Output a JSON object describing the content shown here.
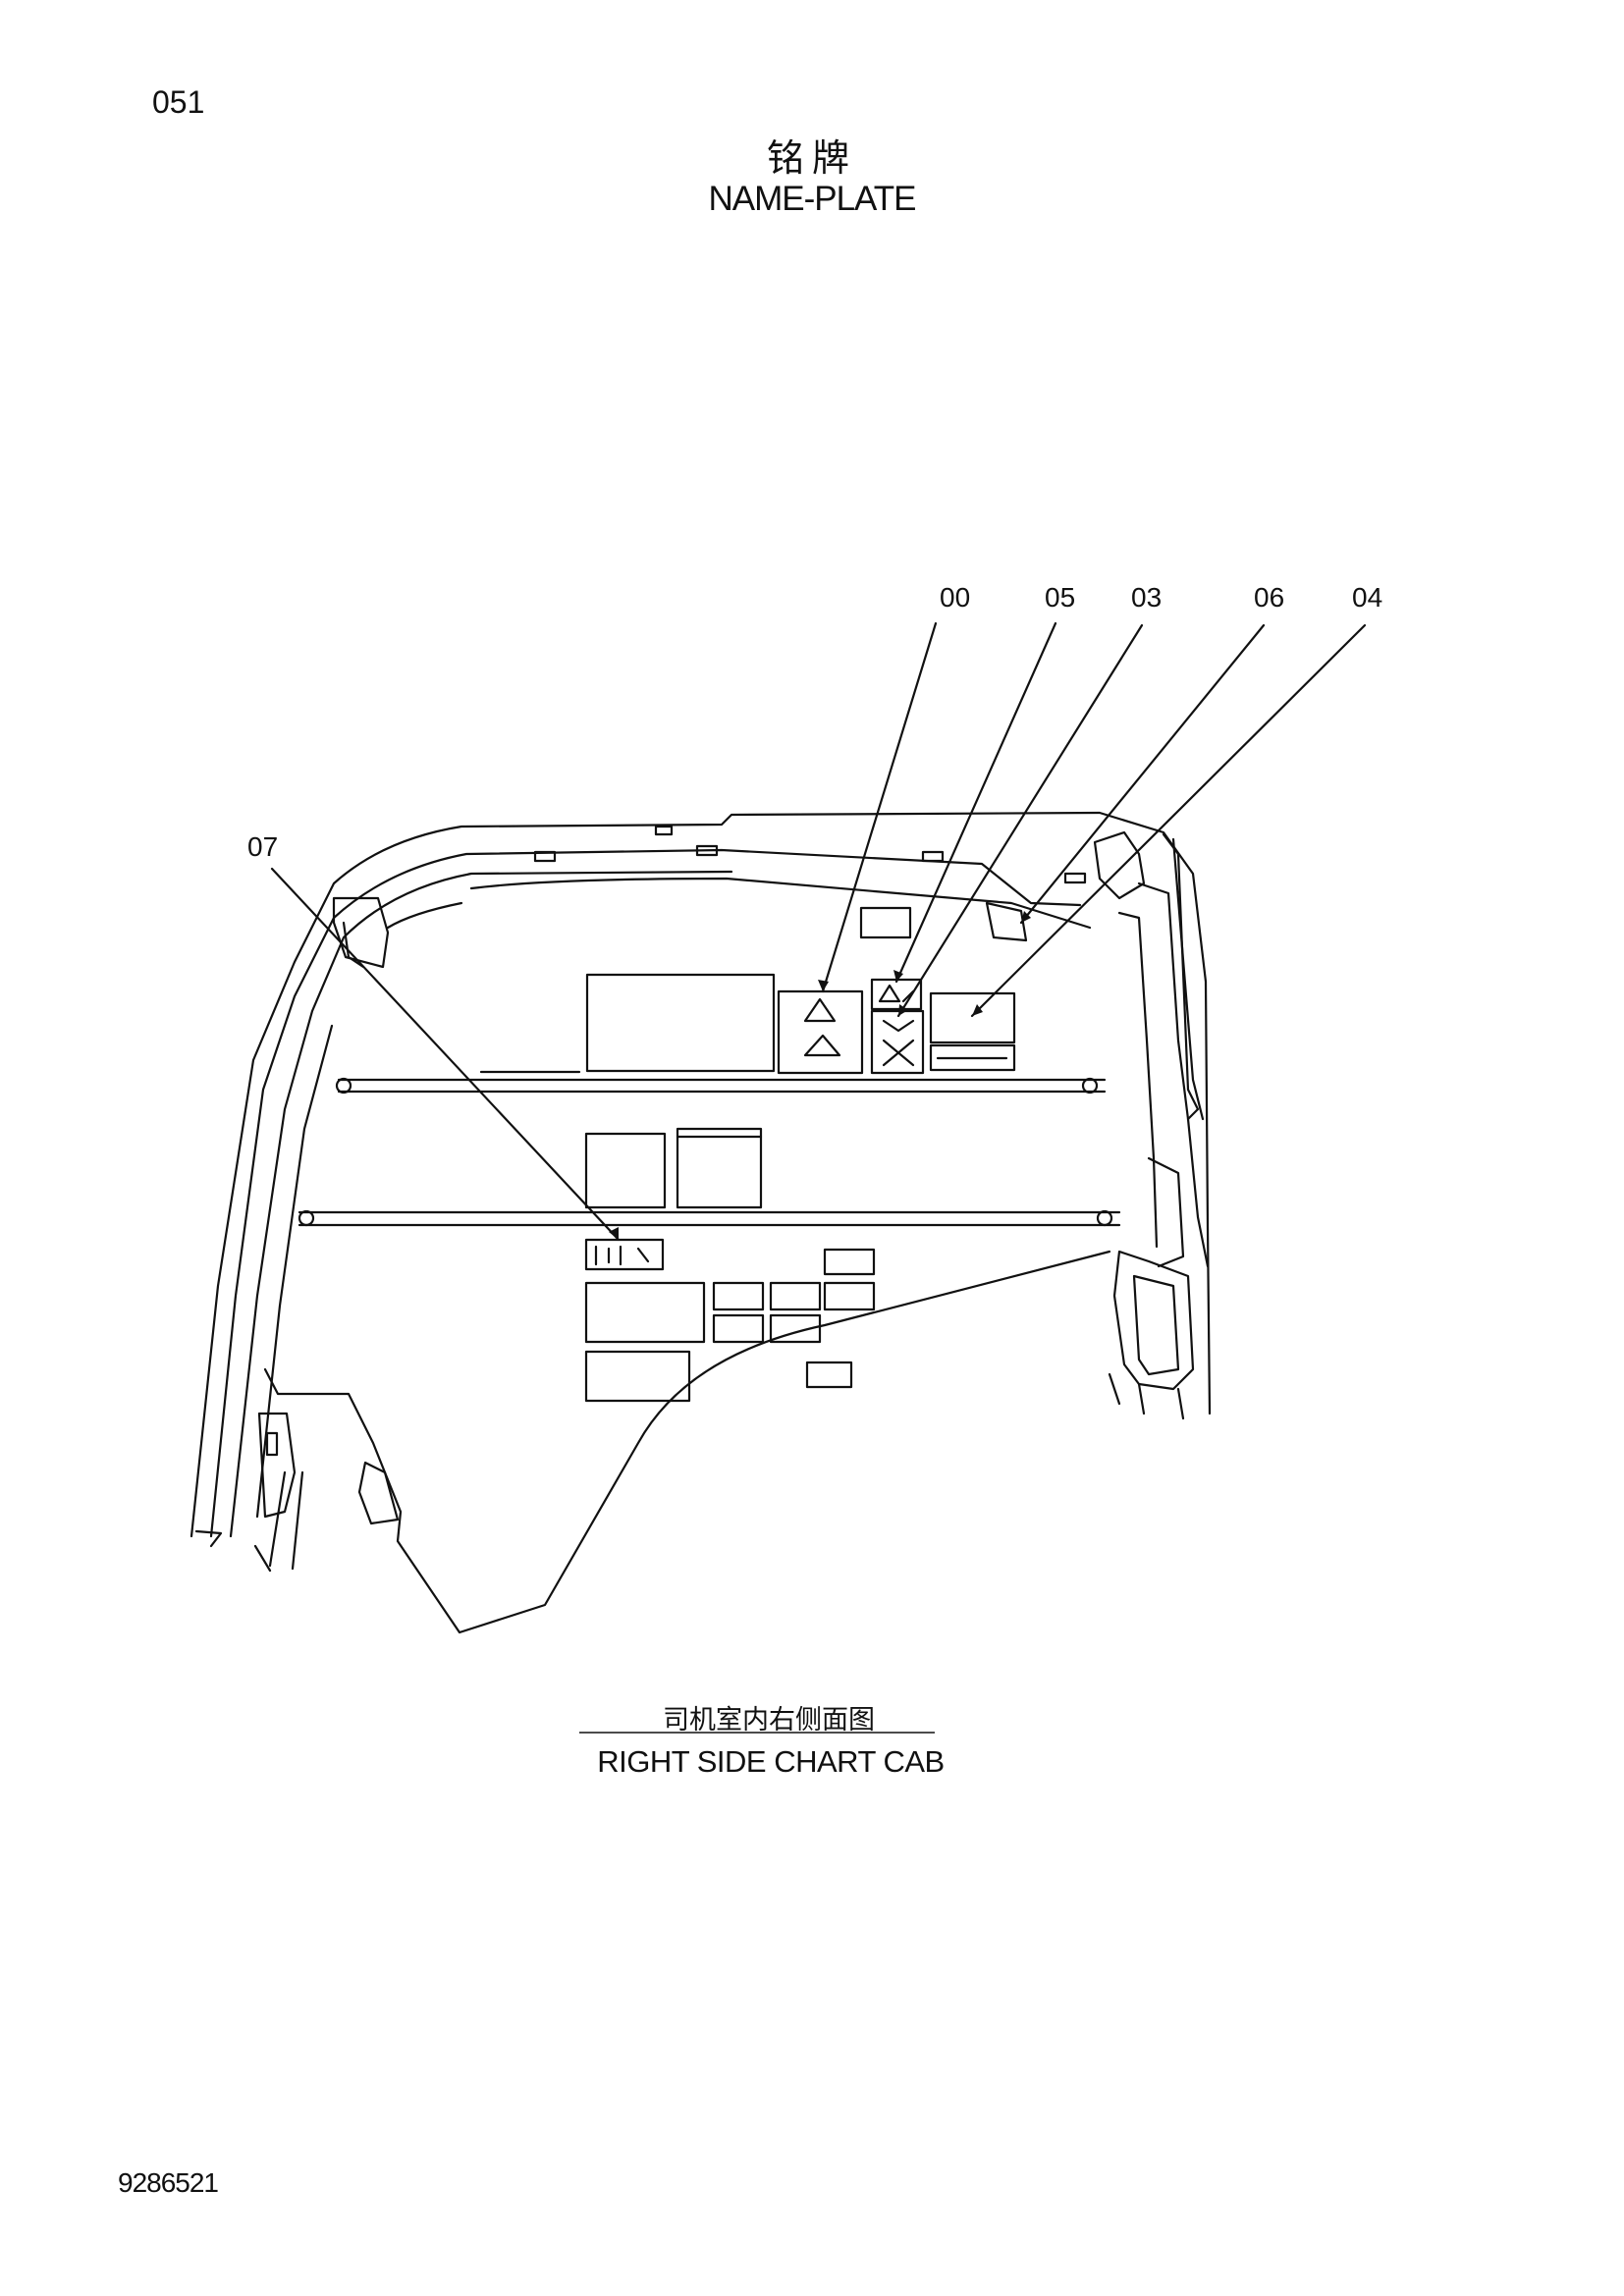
{
  "page_number": "051",
  "title_cn": "铭牌",
  "title_en": "NAME-PLATE",
  "callouts": [
    "00",
    "05",
    "03",
    "06",
    "04",
    "07"
  ],
  "caption_cn": "司机室内右侧面图",
  "caption_en": "RIGHT SIDE CHART CAB",
  "doc_number": "9286521"
}
